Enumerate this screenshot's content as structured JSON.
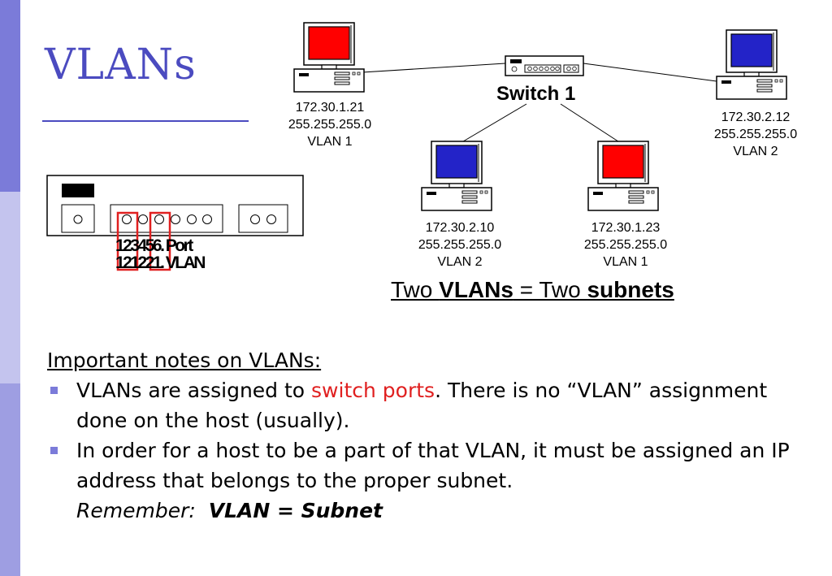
{
  "slide": {
    "title": "VLANs"
  },
  "diagram": {
    "switch_label": "Switch 1",
    "hosts": [
      {
        "ip": "172.30.1.21",
        "mask": "255.255.255.0",
        "vlan": "VLAN 1",
        "screen_color": "#ff0000"
      },
      {
        "ip": "172.30.2.12",
        "mask": "255.255.255.0",
        "vlan": "VLAN 2",
        "screen_color": "#2323c8"
      },
      {
        "ip": "172.30.2.10",
        "mask": "255.255.255.0",
        "vlan": "VLAN 2",
        "screen_color": "#2323c8"
      },
      {
        "ip": "172.30.1.23",
        "mask": "255.255.255.0",
        "vlan": "VLAN 1",
        "screen_color": "#ff0000"
      }
    ],
    "port_numbers_row": "123456. Port",
    "port_vlans_row": "121221. VLAN",
    "caption": {
      "part1": "Two ",
      "part2": "VLANs",
      "part3": " = Two ",
      "part4": "subnets"
    }
  },
  "notes": {
    "heading": "Important notes on VLANs:",
    "bullet1": {
      "before": "VLANs are assigned to ",
      "highlight": "switch ports",
      "after": ". There is no “VLAN” assignment done on the host (usually)."
    },
    "bullet2": {
      "text": "In order for a host to be a part of that VLAN, it must be assigned an IP address that belongs to the proper subnet.",
      "remember_label": "Remember:",
      "remember_value": "VLAN = Subnet"
    }
  },
  "colors": {
    "accent": "#4b4bc0",
    "highlight": "#e02020",
    "vlan1": "#ff0000",
    "vlan2": "#2323c8"
  }
}
